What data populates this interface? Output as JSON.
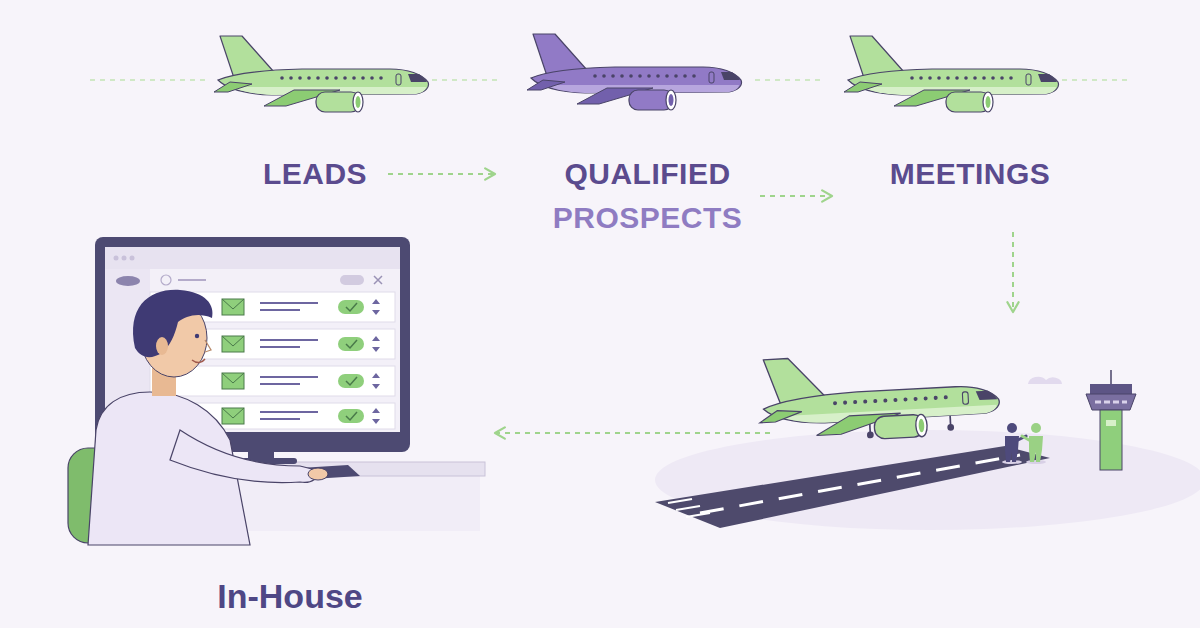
{
  "diagram": {
    "nodes": [
      {
        "text": [
          "LEADS"
        ]
      },
      {
        "text": [
          "QUALIFIED",
          "PROSPECTS"
        ]
      },
      {
        "text": [
          "MEETINGS"
        ]
      },
      {
        "text": [
          "In-House"
        ]
      }
    ],
    "edges": [
      {
        "from": 0,
        "to": 1,
        "arrow": "to"
      },
      {
        "from": 1,
        "to": 2,
        "arrow": "to"
      }
    ]
  }
}
